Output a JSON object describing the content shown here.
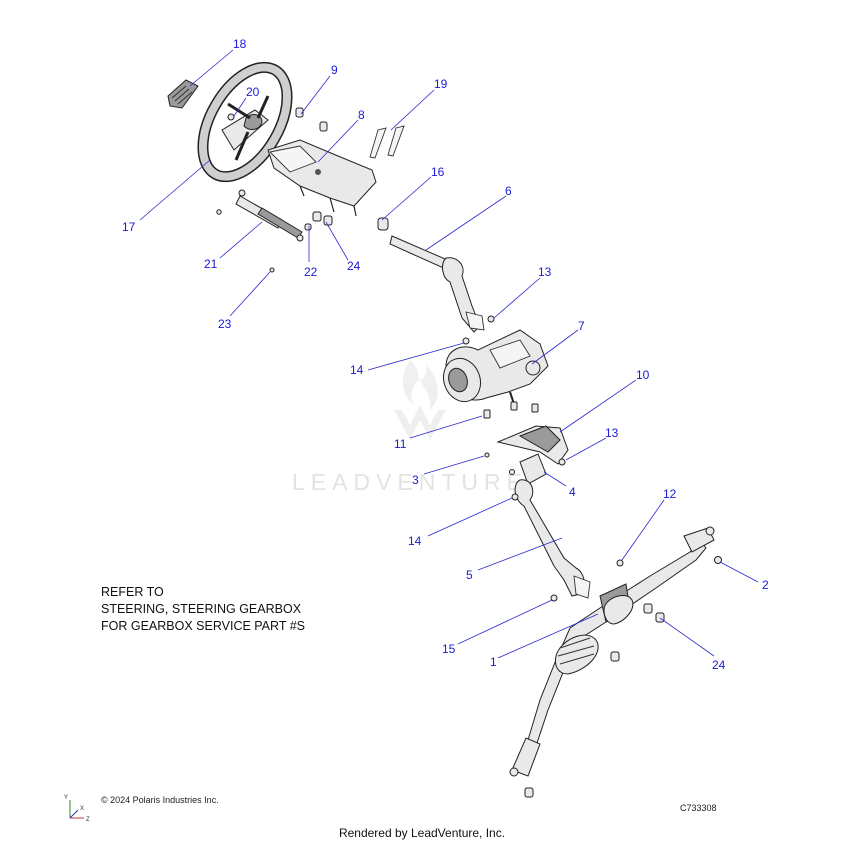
{
  "watermark": "LEADVENTURE",
  "note_lines": [
    "REFER TO",
    "STEERING, STEERING GEARBOX",
    "FOR GEARBOX SERVICE PART #S"
  ],
  "copyright": "© 2024 Polaris Industries Inc.",
  "diagram_code": "C733308",
  "rendered_by": "Rendered by LeadVenture, Inc.",
  "axis_labels": {
    "y": "Y",
    "x": "X",
    "z": "Z"
  },
  "callouts": [
    "18",
    "9",
    "20",
    "19",
    "8",
    "16",
    "17",
    "6",
    "21",
    "22",
    "24",
    "13",
    "23",
    "7",
    "14",
    "10",
    "11",
    "13",
    "3",
    "4",
    "14",
    "12",
    "5",
    "2",
    "15",
    "1",
    "24"
  ],
  "colors": {
    "callout": "#1a1ad6",
    "leader": "#2a2ad0",
    "watermark": "#e3e3e3"
  }
}
